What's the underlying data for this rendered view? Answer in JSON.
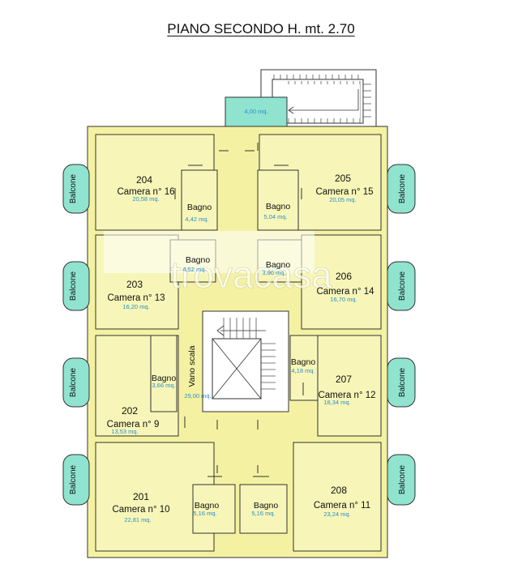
{
  "title": "PIANO SECONDO H. mt. 2.70",
  "colors": {
    "room_fill": "#f7f6b8",
    "wall_fill": "#f4f2a2",
    "balcony_fill": "#8fe3cf",
    "area_text": "#2a8fc9"
  },
  "landing": {
    "area": "4,00 mq."
  },
  "rooms": {
    "r204": {
      "number": "204",
      "name": "Camera n° 16",
      "area": "20,58 mq."
    },
    "r205": {
      "number": "205",
      "name": "Camera n° 15",
      "area": "20,05 mq."
    },
    "r203": {
      "number": "203",
      "name": "Camera n° 13",
      "area": "16,20 mq."
    },
    "r206": {
      "number": "206",
      "name": "Camera n° 14",
      "area": "16,70 mq."
    },
    "r202": {
      "number": "202",
      "name": "Camera n° 9",
      "area": "13,53 mq."
    },
    "r207": {
      "number": "207",
      "name": "Camera n° 12",
      "area": "18,34 mq."
    },
    "r201": {
      "number": "201",
      "name": "Camera n° 10",
      "area": "22,81 mq."
    },
    "r208": {
      "number": "208",
      "name": "Camera n° 11",
      "area": "23,24 mq."
    }
  },
  "bagni": {
    "b204": {
      "label": "Bagno",
      "area": "4,42 mq."
    },
    "b205": {
      "label": "Bagno",
      "area": "5,04 mq."
    },
    "b203": {
      "label": "Bagno",
      "area": "4,52 mq."
    },
    "b206": {
      "label": "Bagno",
      "area": "3,96 mq."
    },
    "b202": {
      "label": "Bagno",
      "area": "3,66 mq."
    },
    "b207": {
      "label": "Bagno",
      "area": "4,18 mq."
    },
    "b201": {
      "label": "Bagno",
      "area": "5,16 mq."
    },
    "b208": {
      "label": "Bagno",
      "area": "5,16 mq."
    }
  },
  "stair": {
    "label": "Vano scala",
    "area": "29,00 mq."
  },
  "balcony_label": "Balcone",
  "watermark": "trovacasa"
}
